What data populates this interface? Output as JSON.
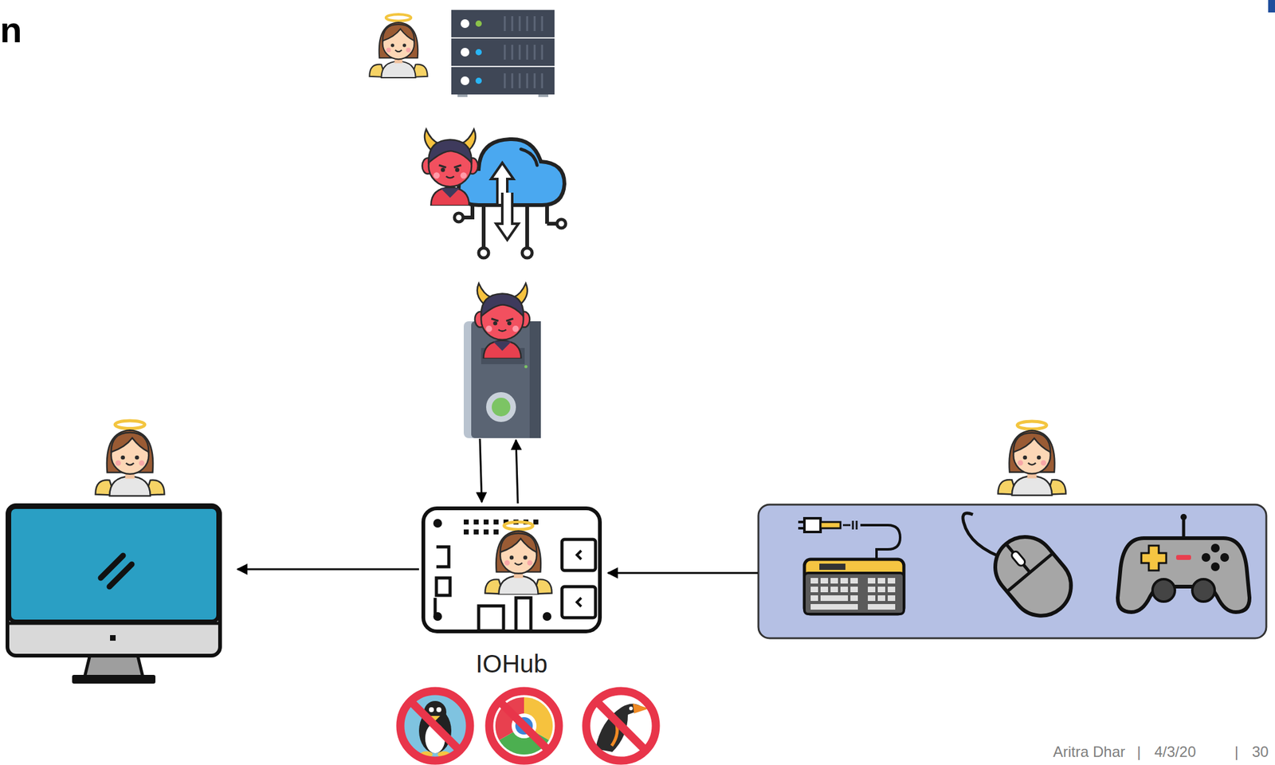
{
  "diagram": {
    "title": "n",
    "nodes": [
      {
        "text": [
          "IOHub"
        ]
      }
    ],
    "labels": [
      "Aritra Dhar",
      "|",
      "4/3/20",
      "|",
      "30"
    ]
  }
}
